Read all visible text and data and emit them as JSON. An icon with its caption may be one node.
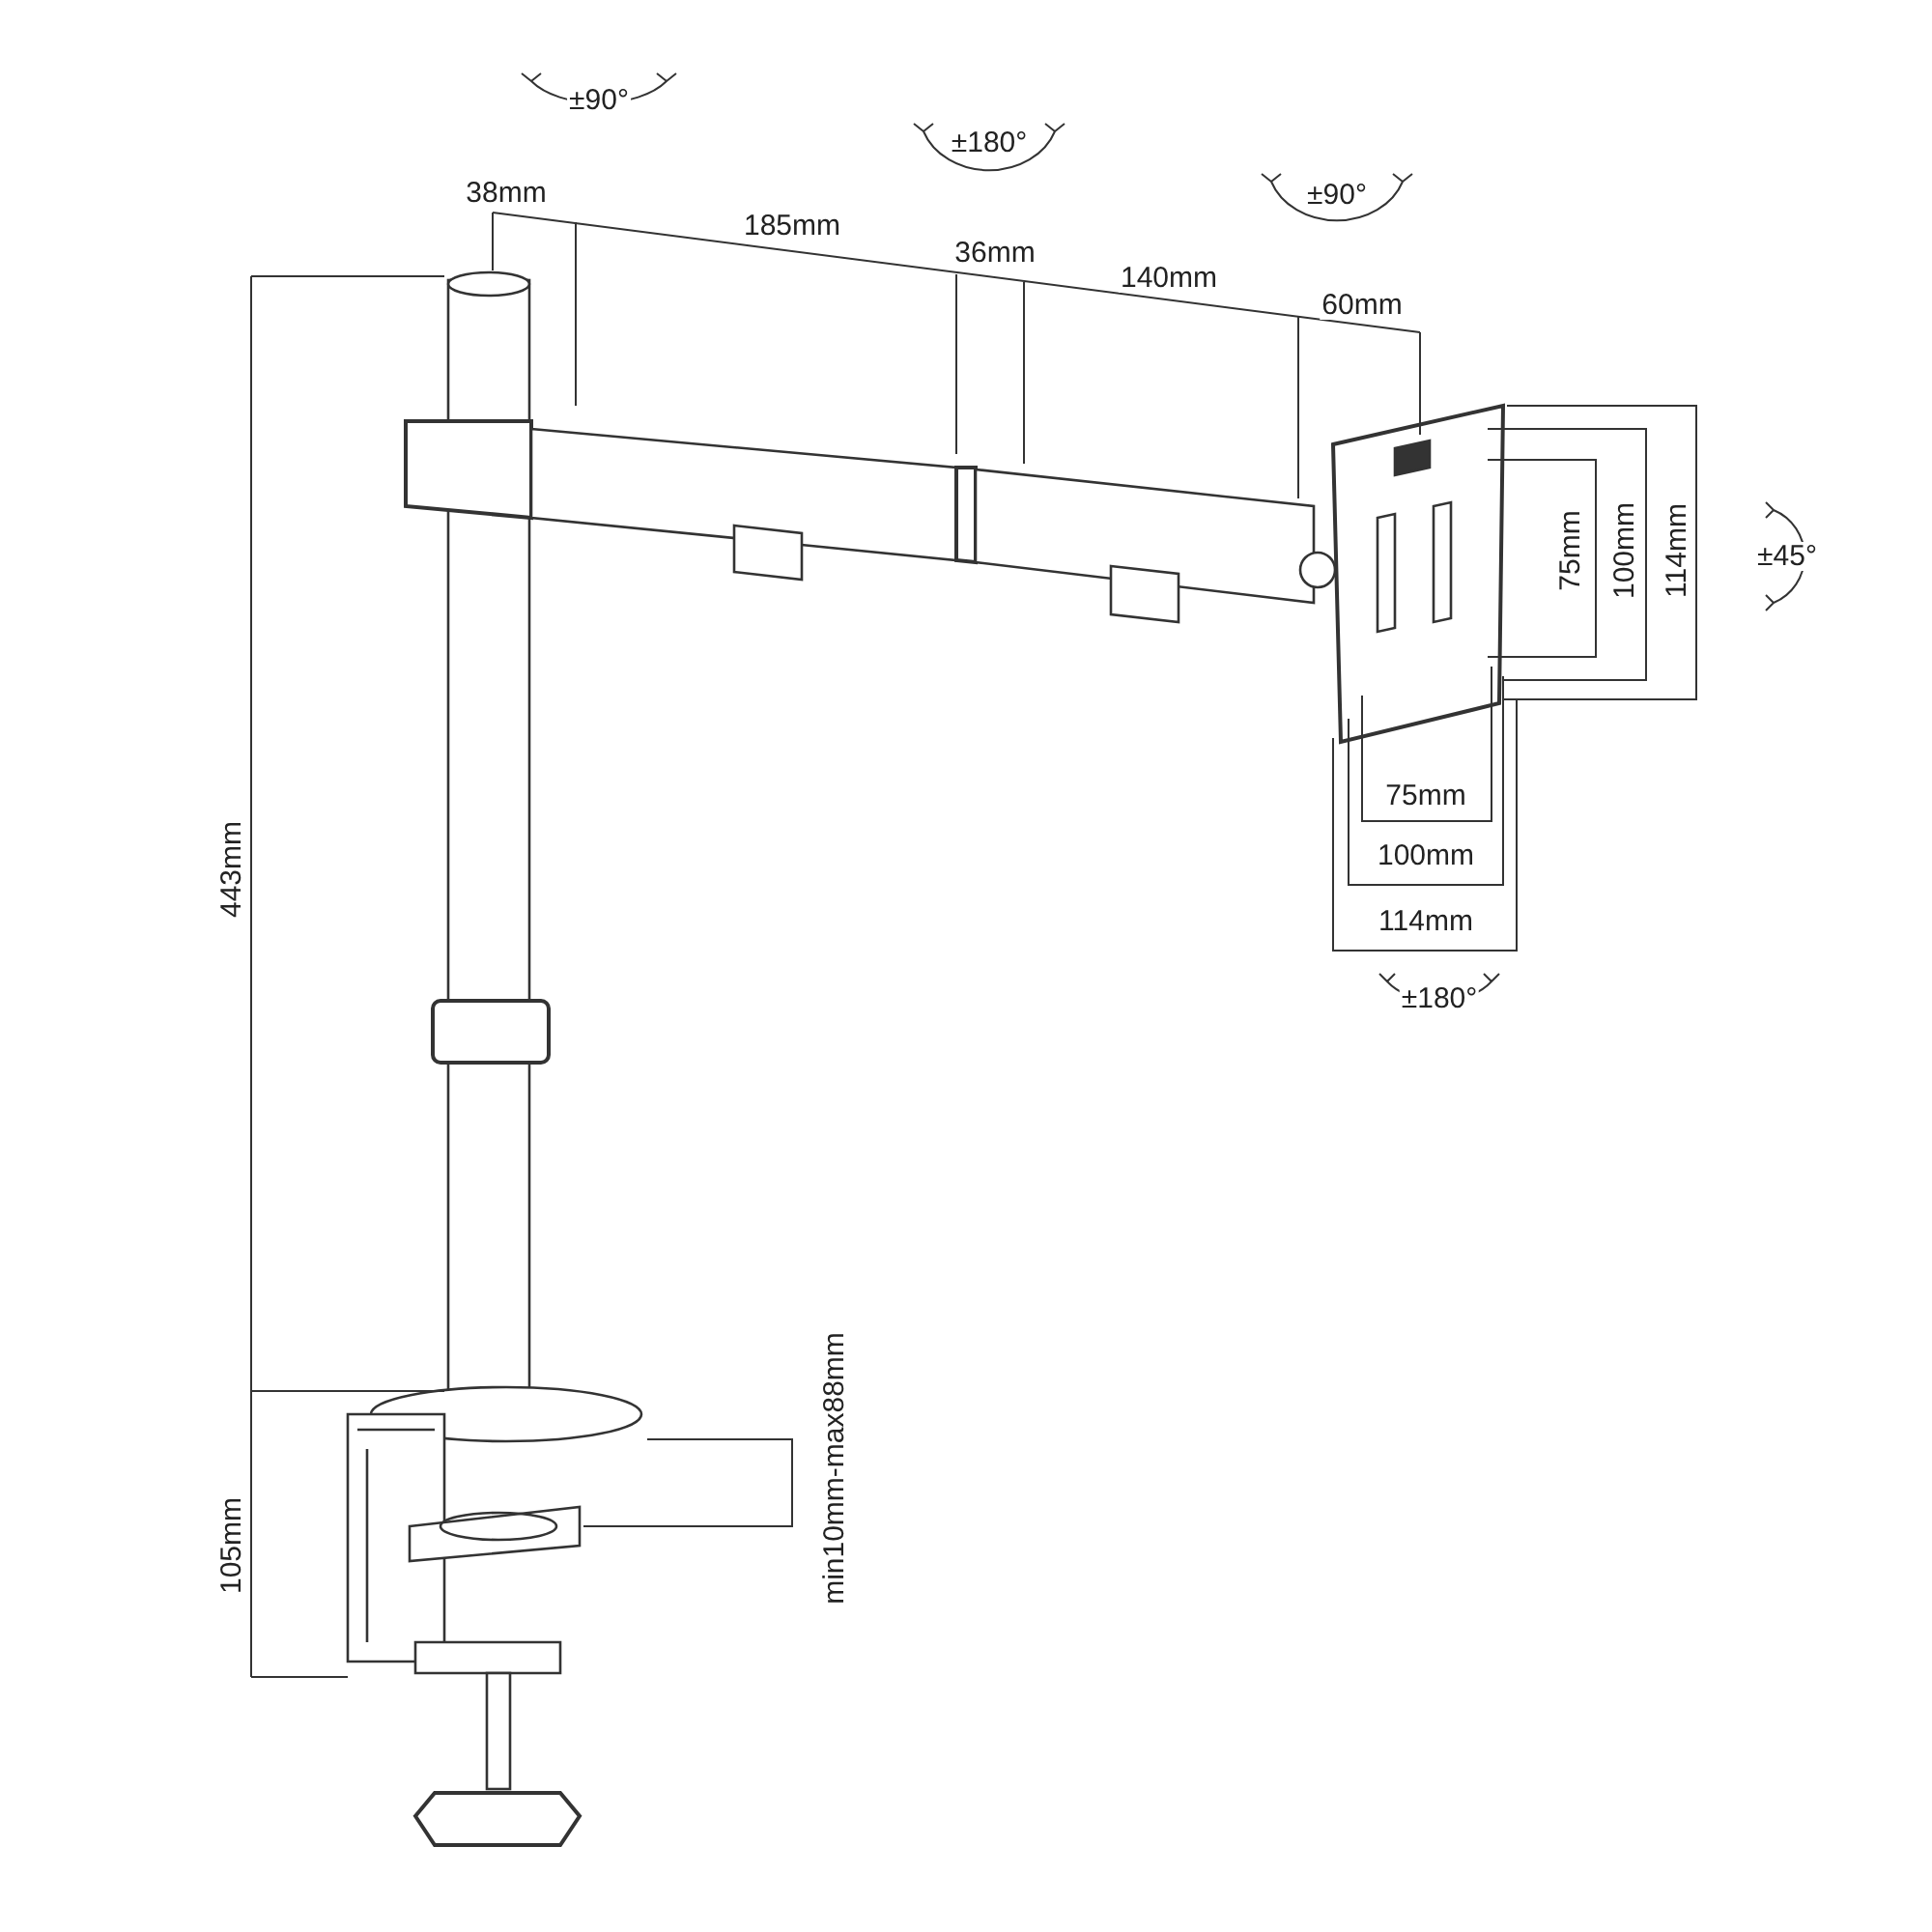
{
  "diagram": {
    "labels": [
      "±90°",
      "±180°",
      "±90°",
      "38mm",
      "185mm",
      "36mm",
      "140mm",
      "60mm",
      "75mm",
      "100mm",
      "114mm",
      "±45°",
      "75mm",
      "100mm",
      "114mm",
      "±180°",
      "443mm",
      "105mm",
      "min10mm-max88mm"
    ]
  }
}
